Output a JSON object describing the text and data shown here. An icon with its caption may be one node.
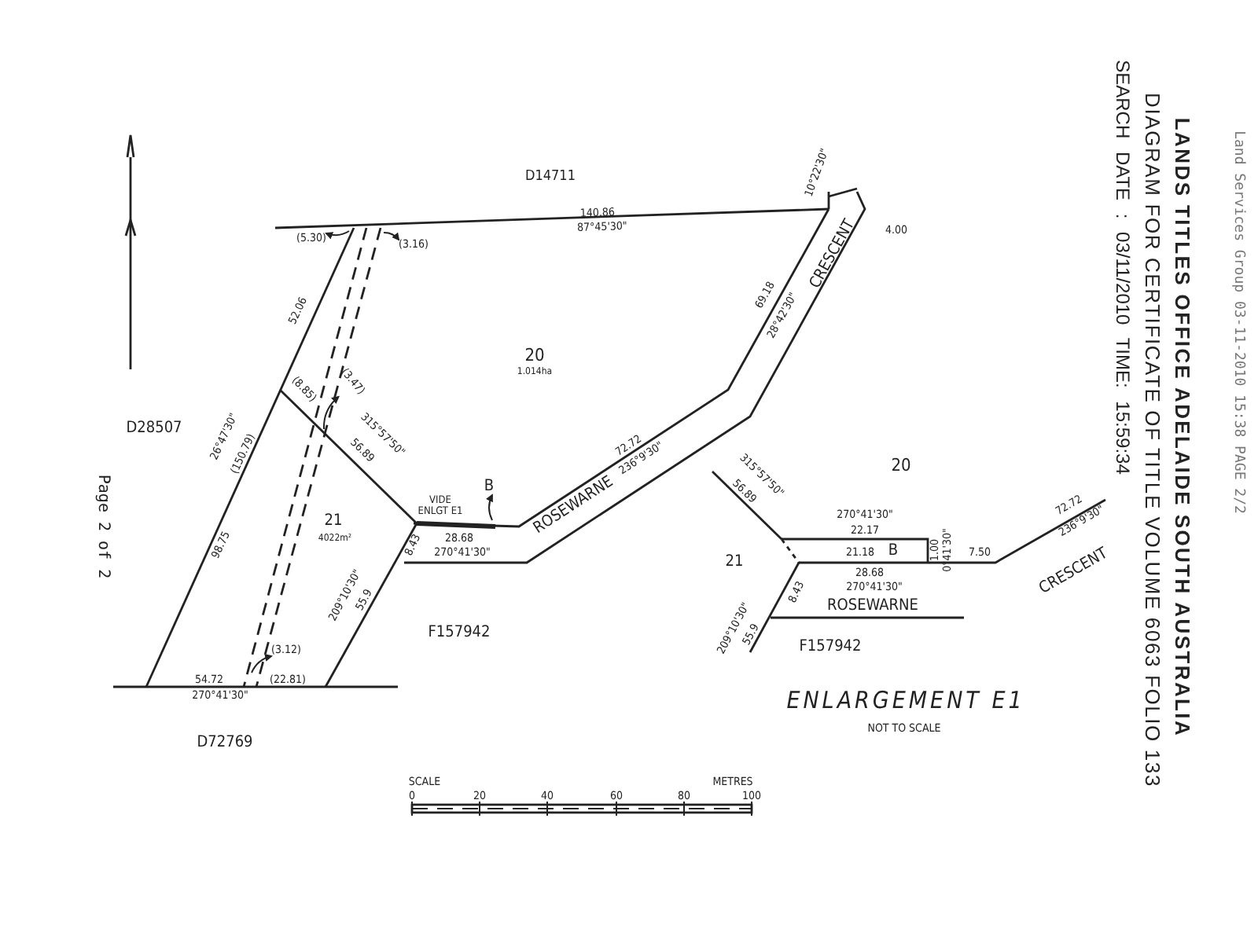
{
  "diagram": {
    "title": "LANDS TITLES OFFICE ADELAIDE SOUTH AUSTRALIA",
    "nodes": [
      {
        "text": [
          "(5.30)"
        ]
      },
      {
        "text": [
          "(3.16)"
        ]
      },
      {
        "text": [
          "(3.47)"
        ]
      },
      {
        "text": [
          "(3.12)"
        ]
      },
      {
        "text": [
          "B"
        ]
      }
    ],
    "edges": [
      {
        "from": null,
        "to": 0,
        "arrow": "to"
      },
      {
        "from": null,
        "to": 1,
        "arrow": "to"
      },
      {
        "from": null,
        "to": 2,
        "arrow": "to"
      },
      {
        "from": null,
        "to": 3,
        "arrow": "to"
      },
      {
        "from": null,
        "to": 4,
        "arrow": "to"
      }
    ],
    "labels": [
      "Land Services Group 03-11-2010 15:38 PAGE 2/2",
      "DIAGRAM FOR CERTIFICATE OF TITLE VOLUME 6063 FOLIO 133",
      "SEARCH DATE : 03/11/2010 TIME: 15:59:34",
      "D14711",
      "140.86",
      "87°45'30\"",
      "10°22'30\"",
      "4.00",
      "CRESCENT",
      "69.18",
      "28°42'30\"",
      "20",
      "1.014ha",
      "52.06",
      "D28507",
      "(8.85)",
      "315°57'50\"",
      "56.89",
      "26°47'30\"",
      "(150.79)",
      "98.75",
      "21",
      "4022m²",
      "VIDE ENLGT E1",
      "28.68",
      "270°41'30\"",
      "ROSEWARNE",
      "72.72",
      "236°9'30\"",
      "8.43",
      "209°10'30\"",
      "55.9",
      "F157942",
      "54.72",
      "270°41'30\"",
      "(22.81)",
      "D72769",
      "Page 2 of 2",
      "SCALE",
      "METRES",
      "0",
      "20",
      "40",
      "60",
      "80",
      "100",
      "20",
      "315°57'50\"",
      "56.89",
      "270°41'30\"",
      "22.17",
      "21.18",
      "B",
      "1.00",
      "0°41'30\"",
      "7.50",
      "72.72",
      "236°9'30\"",
      "CRESCENT",
      "21",
      "28.68",
      "270°41'30\"",
      "8.43",
      "ROSEWARNE",
      "209°10'30\"",
      "55.9",
      "F157942",
      "ENLARGEMENT E1",
      "NOT TO SCALE"
    ]
  }
}
